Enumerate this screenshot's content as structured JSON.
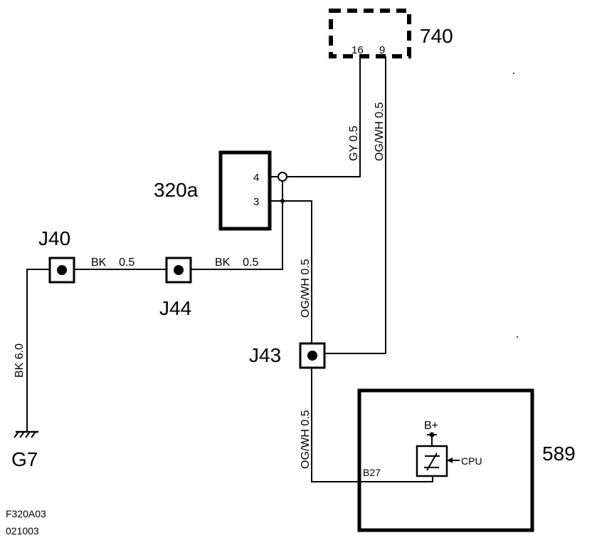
{
  "diagram": {
    "components": {
      "c740": {
        "label": "740",
        "pin16": "16",
        "pin9": "9"
      },
      "c320a": {
        "label": "320a",
        "pin4": "4",
        "pin3": "3"
      },
      "c589": {
        "label": "589",
        "bplus": "B+",
        "cpu": "CPU",
        "pin": "B27"
      }
    },
    "connectors": {
      "j40": "J40",
      "j44": "J44",
      "j43": "J43",
      "g7": "G7"
    },
    "wires": {
      "gy": "GY  0.5",
      "ogwh_top": "OG/WH  0.5",
      "ogwh_mid": "OG/WH  0.5",
      "ogwh_bottom": "OG/WH  0.5",
      "bk_j40_j44": "BK    0.5",
      "bk_j44_320a": "BK    0.5",
      "bk_ground": "BK  6.0"
    },
    "footer": {
      "code": "F320A03",
      "date": "021003"
    }
  }
}
